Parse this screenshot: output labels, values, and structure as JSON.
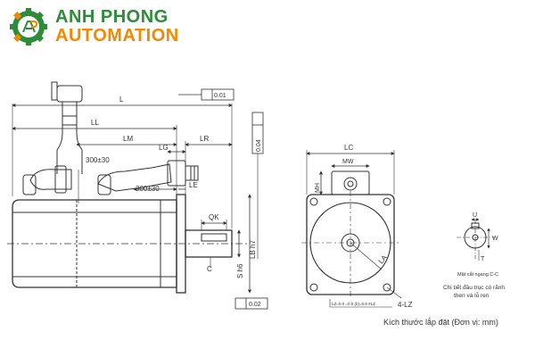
{
  "brand": {
    "name_line1": "ANH PHONG",
    "name_line2": "AUTOMATION",
    "logo_letters": "AP",
    "colors": {
      "green": "#2e8b3a",
      "orange": "#f08a00"
    }
  },
  "side_view": {
    "dims": {
      "L": "L",
      "LL": "LL",
      "LM": "LM",
      "LG": "LG",
      "LR": "LR",
      "LE": "LE",
      "cable1": "300±30",
      "cable2": "300±30",
      "runout": "0.01",
      "flatness": "0.04",
      "QK": "QK",
      "S": "S h6",
      "LB": "LB h7",
      "perp": "0.02",
      "C": "C"
    }
  },
  "front_view": {
    "dims": {
      "LC": "LC",
      "MW": "MW",
      "MH": "MH",
      "LA": "LA",
      "holes": "4-LZ",
      "note": "LZ=0.0 =0.0 (b)=0.0 #LZ"
    }
  },
  "detail_view": {
    "dims": {
      "U": "U",
      "W": "W",
      "T": "T"
    },
    "section_label": "Mặt cắt ngang C-C",
    "caption_line1": "Chi tiết đầu trục có rãnh",
    "caption_line2": "then và lỗ ren"
  },
  "footer": {
    "caption": "Kích thước lắp đặt (Đơn vị: mm)"
  }
}
